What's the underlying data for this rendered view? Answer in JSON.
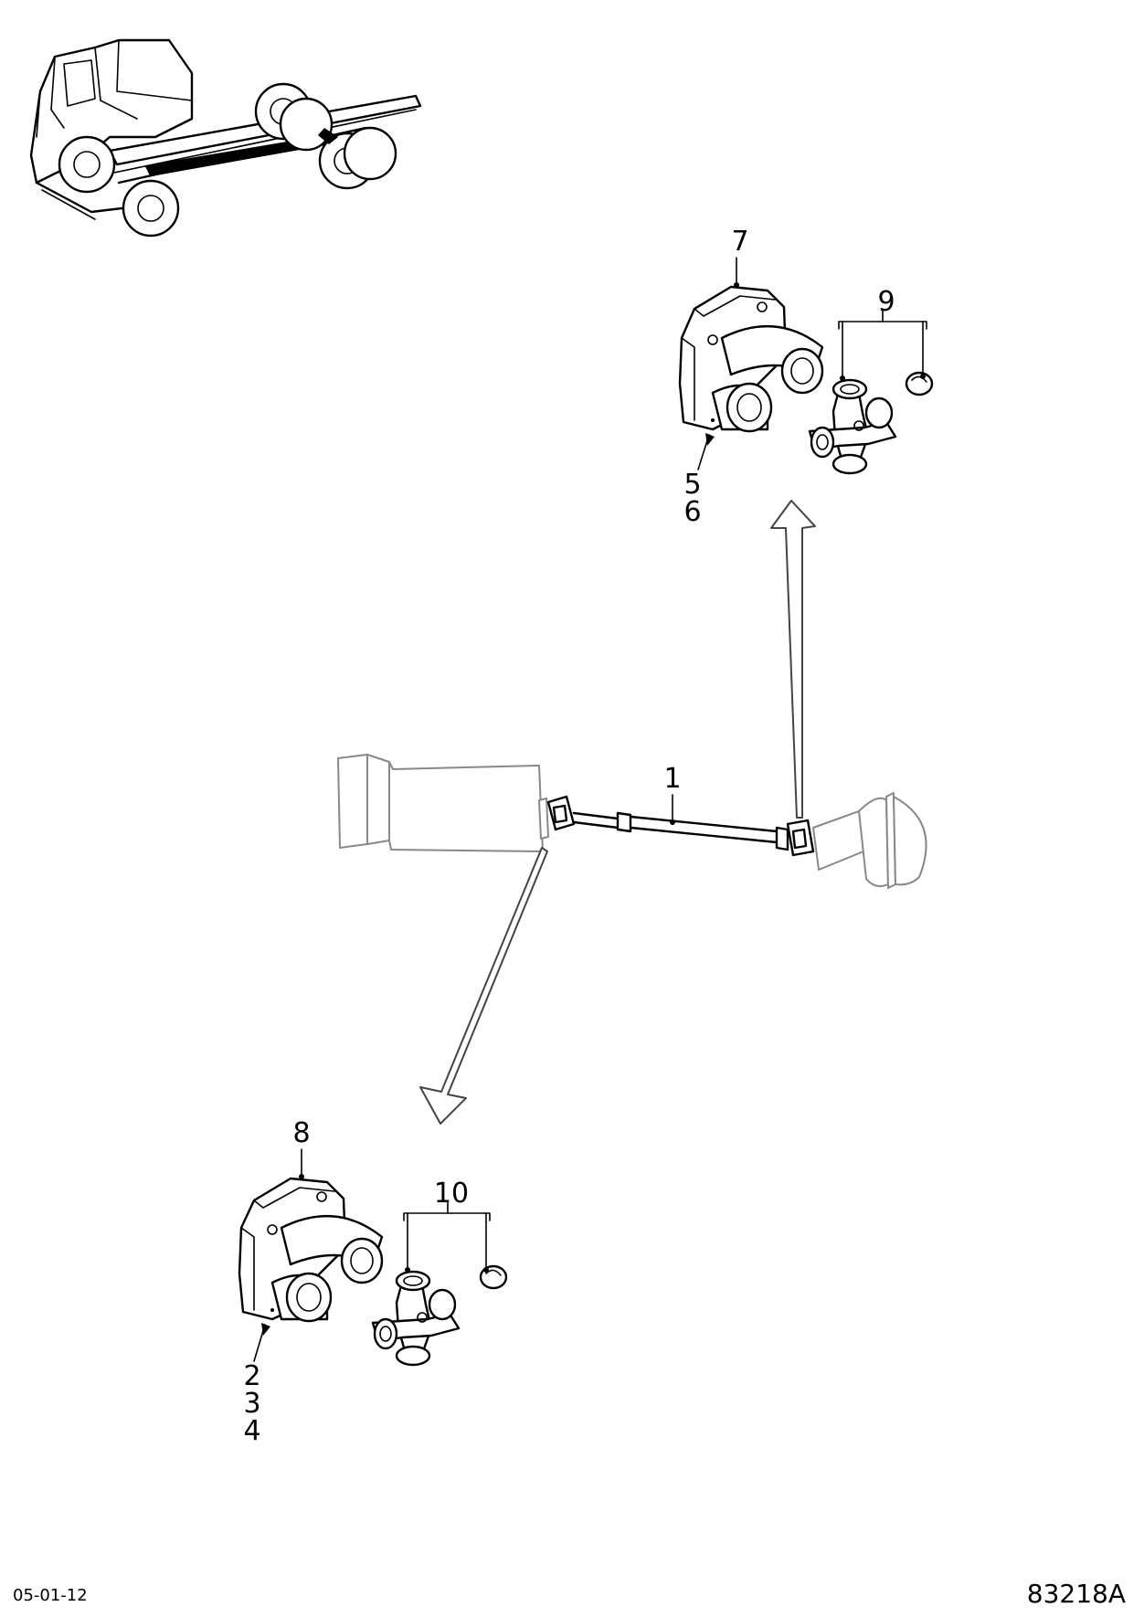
{
  "callouts": {
    "c1": "1",
    "c7": "7",
    "c9": "9",
    "c5": "5",
    "c6": "6",
    "c8": "8",
    "c10": "10",
    "c2": "2",
    "c3": "3",
    "c4": "4"
  },
  "footer": {
    "date_code": "05-01-12",
    "figure_id": "83218A"
  }
}
